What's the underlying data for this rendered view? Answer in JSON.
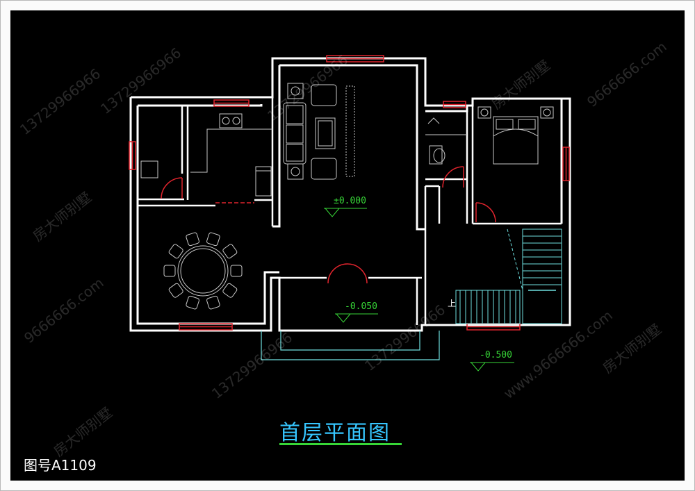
{
  "drawing": {
    "title": "首层平面图",
    "number": "图号A1109",
    "levels": {
      "floor": "±0.000",
      "porch": "-0.050",
      "exterior": "-0.500"
    },
    "stair_up": "上",
    "watermarks": [
      "13729966966",
      "房大师别墅",
      "9666666.com",
      "www.9666666.com"
    ],
    "colors": {
      "background": "#000000",
      "walls": "#ffffff",
      "windows": "#e0242d",
      "furniture": "#c8c8c8",
      "stairs_steps": "#6fe0e0",
      "title": "#36c6ff",
      "level_mark": "#37d637"
    }
  }
}
